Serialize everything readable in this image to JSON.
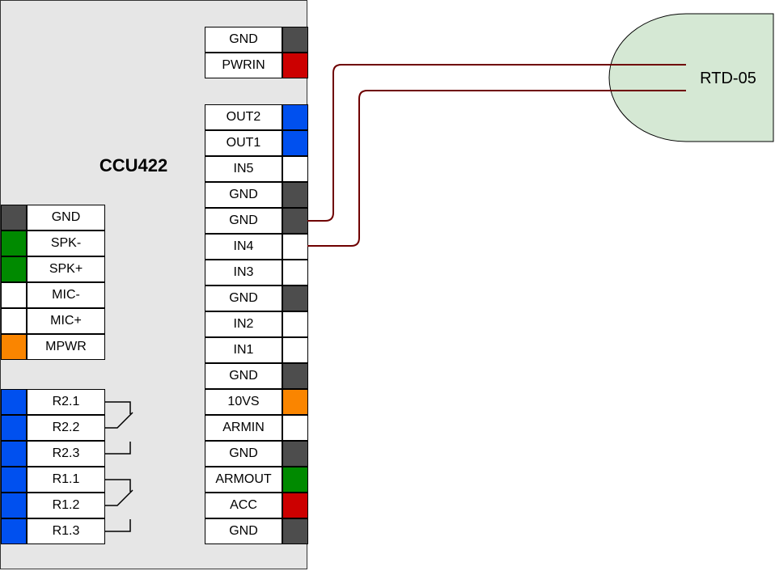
{
  "device": {
    "name": "CCU422"
  },
  "colors": {
    "black": "#4d4d4d",
    "red": "#cc0000",
    "blue": "#0050ef",
    "white": "#ffffff",
    "green": "#008a00",
    "orange": "#fa8500",
    "wire": "#6f0000",
    "sensor_fill": "#d5e8d4",
    "body": "#e6e6e6"
  },
  "power_pins": [
    {
      "label": "GND",
      "color": "black"
    },
    {
      "label": "PWRIN",
      "color": "red"
    }
  ],
  "io_pins": [
    {
      "label": "OUT2",
      "color": "blue"
    },
    {
      "label": "OUT1",
      "color": "blue"
    },
    {
      "label": "IN5",
      "color": "white"
    },
    {
      "label": "GND",
      "color": "black"
    },
    {
      "label": "GND",
      "color": "black"
    },
    {
      "label": "IN4",
      "color": "white"
    },
    {
      "label": "IN3",
      "color": "white"
    },
    {
      "label": "GND",
      "color": "black"
    },
    {
      "label": "IN2",
      "color": "white"
    },
    {
      "label": "IN1",
      "color": "white"
    },
    {
      "label": "GND",
      "color": "black"
    },
    {
      "label": "10VS",
      "color": "orange"
    },
    {
      "label": "ARMIN",
      "color": "white"
    },
    {
      "label": "GND",
      "color": "black"
    },
    {
      "label": "ARMOUT",
      "color": "green"
    },
    {
      "label": "ACC",
      "color": "red"
    },
    {
      "label": "GND",
      "color": "black"
    }
  ],
  "audio_pins": [
    {
      "label": "GND",
      "color": "black"
    },
    {
      "label": "SPK-",
      "color": "green"
    },
    {
      "label": "SPK+",
      "color": "green"
    },
    {
      "label": "MIC-",
      "color": "white"
    },
    {
      "label": "MIC+",
      "color": "white"
    },
    {
      "label": "MPWR",
      "color": "orange"
    }
  ],
  "relay_pins": [
    {
      "label": "R2.1",
      "color": "blue"
    },
    {
      "label": "R2.2",
      "color": "blue"
    },
    {
      "label": "R2.3",
      "color": "blue"
    },
    {
      "label": "R1.1",
      "color": "blue"
    },
    {
      "label": "R1.2",
      "color": "blue"
    },
    {
      "label": "R1.3",
      "color": "blue"
    }
  ],
  "sensor": {
    "name": "RTD-05"
  },
  "connections": [
    {
      "from": "io_pins.4",
      "to": "sensor",
      "note": "GND"
    },
    {
      "from": "io_pins.5",
      "to": "sensor",
      "note": "IN4"
    }
  ]
}
